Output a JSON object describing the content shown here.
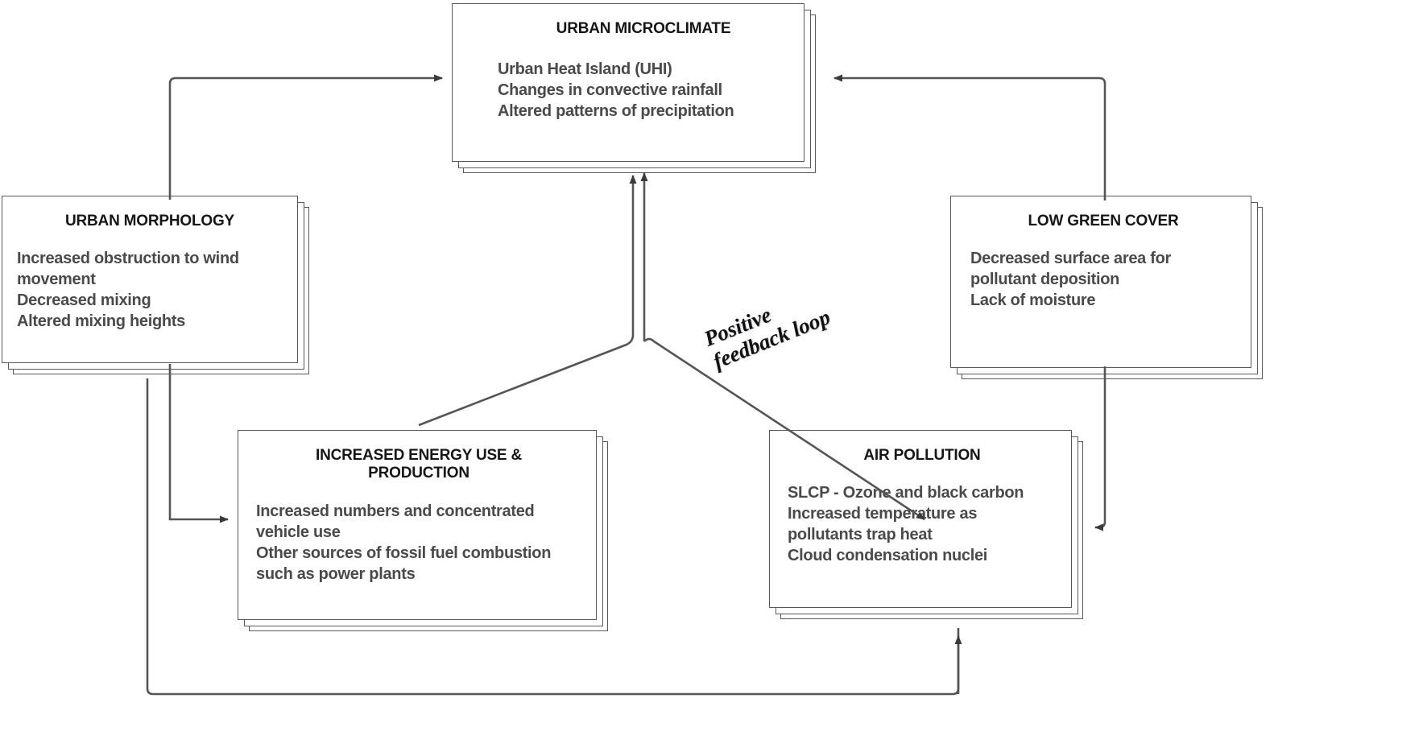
{
  "diagram": {
    "title": "Urban microclimate positive feedback loop",
    "colors": {
      "box_border": "#595959",
      "connector": "#555555",
      "title_text": "#161616",
      "body_text": "#4a4a4a",
      "background": "#ffffff"
    },
    "nodes": [
      {
        "id": "urban-microclimate",
        "title": "URBAN MICROCLIMATE",
        "lines": [
          "Urban Heat Island (UHI)",
          "Changes in convective rainfall",
          "Altered patterns of precipitation"
        ]
      },
      {
        "id": "urban-morphology",
        "title": "URBAN MORPHOLOGY",
        "lines": [
          "Increased obstruction to wind",
          "movement",
          "Decreased mixing",
          "Altered mixing heights"
        ]
      },
      {
        "id": "low-green-cover",
        "title": "LOW GREEN COVER",
        "lines": [
          "Decreased surface area for",
          "pollutant deposition",
          "Lack of moisture"
        ]
      },
      {
        "id": "increased-energy-use",
        "title": "INCREASED ENERGY USE &\nPRODUCTION",
        "lines": [
          "Increased numbers and concentrated",
          "vehicle use",
          "Other sources of fossil fuel combustion",
          "such as power plants"
        ]
      },
      {
        "id": "air-pollution",
        "title": "AIR POLLUTION",
        "lines": [
          "SLCP - Ozone and black carbon",
          "Increased temperature as",
          "pollutants trap heat",
          "Cloud condensation nuclei"
        ]
      }
    ],
    "annotations": [
      {
        "id": "positive-feedback-loop",
        "text": "Positive\nfeedback loop"
      }
    ],
    "edges": [
      {
        "from": "urban-morphology",
        "to": "urban-microclimate",
        "label": ""
      },
      {
        "from": "low-green-cover",
        "to": "urban-microclimate",
        "label": ""
      },
      {
        "from": "increased-energy-use",
        "to": "urban-microclimate",
        "label": ""
      },
      {
        "from": "air-pollution",
        "to": "urban-microclimate",
        "label": ""
      },
      {
        "from": "urban-morphology",
        "to": "increased-energy-use",
        "label": ""
      },
      {
        "from": "low-green-cover",
        "to": "air-pollution",
        "label": ""
      },
      {
        "from": "increased-energy-use",
        "to": "air-pollution",
        "label": "Positive feedback loop"
      },
      {
        "from": "increased-energy-use",
        "to": "air-pollution-bottom",
        "label": ""
      }
    ]
  }
}
